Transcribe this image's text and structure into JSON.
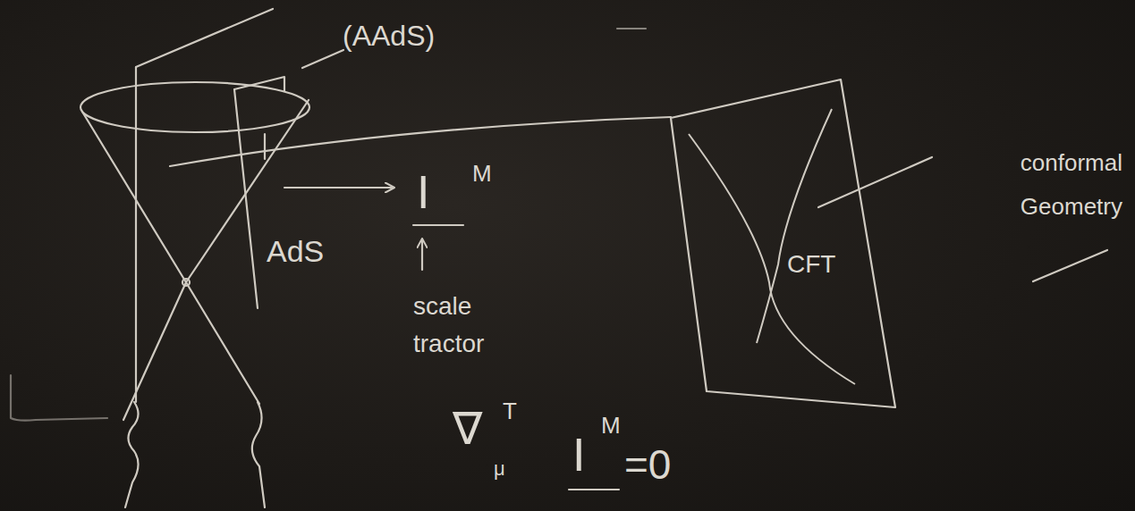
{
  "diagram": {
    "nodes": [
      {
        "text": [
          "CFT"
        ]
      }
    ],
    "labels": [
      "(AAdS)",
      "AdS",
      "I",
      "M",
      "scale tractor",
      "conformal Geometry",
      "∇",
      "T",
      "μ",
      "I",
      "M",
      "=0"
    ]
  }
}
